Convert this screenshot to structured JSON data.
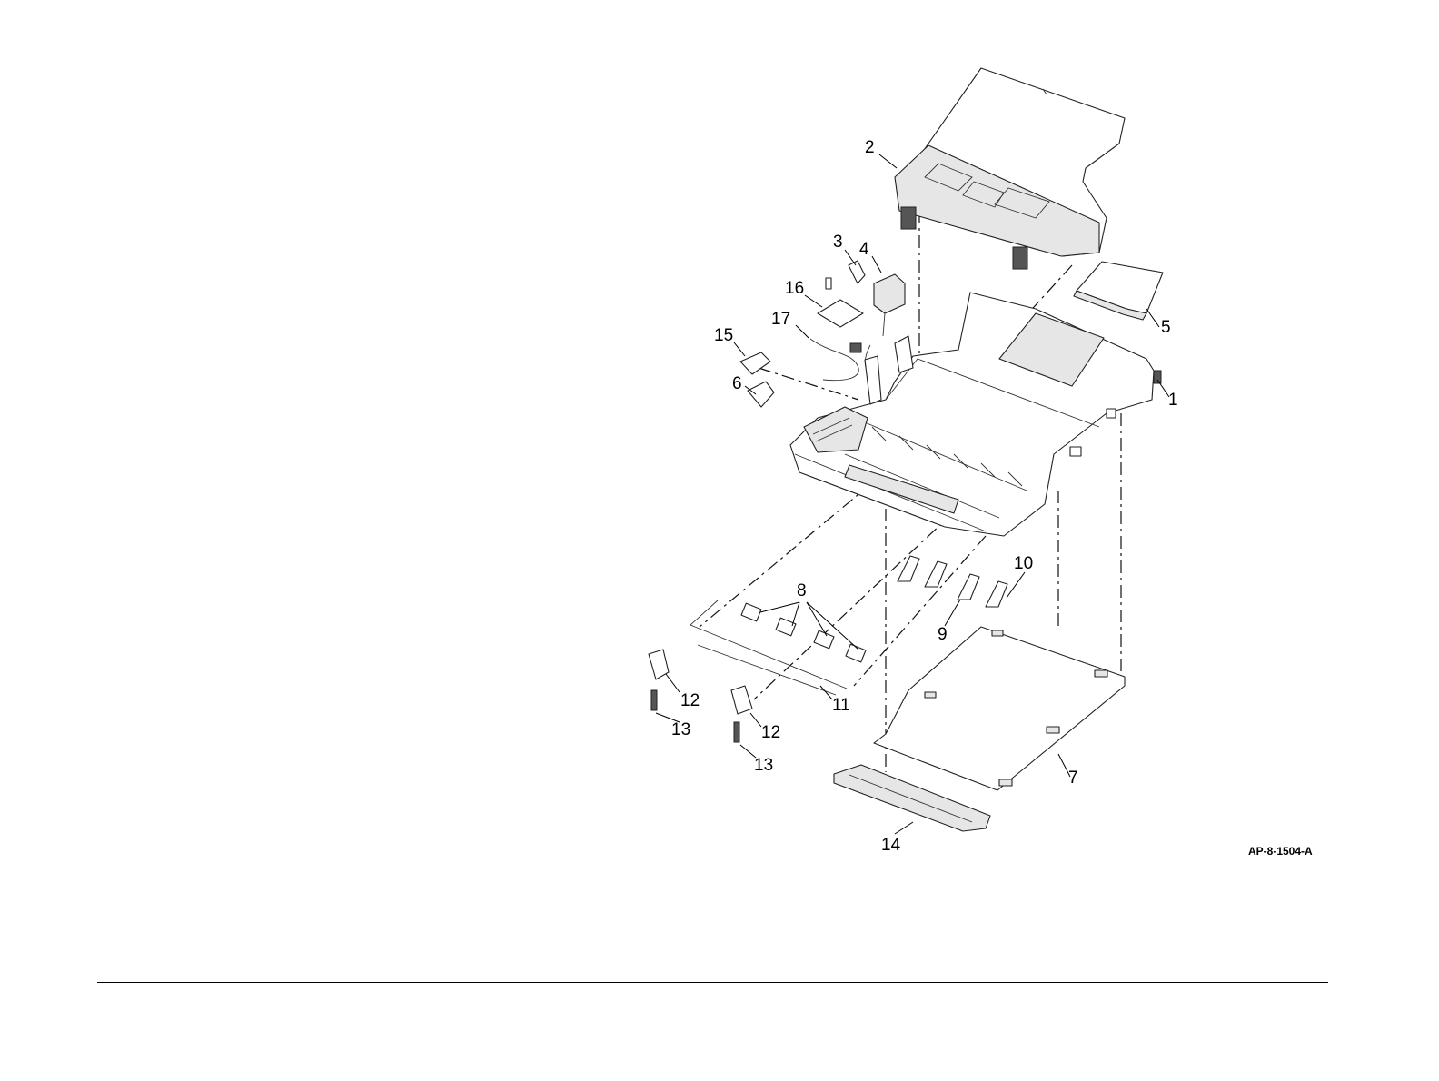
{
  "figure": {
    "id_label": "AP-8-1504-A",
    "callouts": [
      {
        "key": "c1",
        "text": "1"
      },
      {
        "key": "c2",
        "text": "2"
      },
      {
        "key": "c3",
        "text": "3"
      },
      {
        "key": "c4",
        "text": "4"
      },
      {
        "key": "c5",
        "text": "5"
      },
      {
        "key": "c6",
        "text": "6"
      },
      {
        "key": "c7",
        "text": "7"
      },
      {
        "key": "c8",
        "text": "8"
      },
      {
        "key": "c9",
        "text": "9"
      },
      {
        "key": "c10",
        "text": "10"
      },
      {
        "key": "c11",
        "text": "11"
      },
      {
        "key": "c12a",
        "text": "12"
      },
      {
        "key": "c12b",
        "text": "12"
      },
      {
        "key": "c13a",
        "text": "13"
      },
      {
        "key": "c13b",
        "text": "13"
      },
      {
        "key": "c14",
        "text": "14"
      },
      {
        "key": "c15",
        "text": "15"
      },
      {
        "key": "c16",
        "text": "16"
      },
      {
        "key": "c17",
        "text": "17"
      }
    ]
  },
  "colors": {
    "line": "#222222",
    "background": "#ffffff"
  }
}
